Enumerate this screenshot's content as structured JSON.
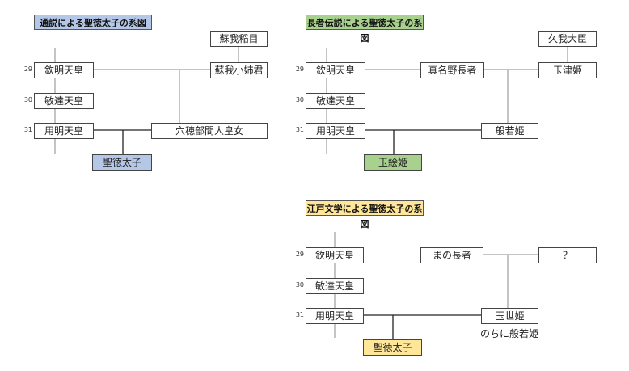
{
  "colors": {
    "title_blue": "#b4c7e7",
    "title_green": "#a9d18e",
    "title_yellow": "#ffe699",
    "box_border": "#444444",
    "line": "#888888",
    "line_dark": "#222222"
  },
  "diagrams": [
    {
      "title": "通説による聖徳太子の系図",
      "nums": [
        "29",
        "30",
        "31"
      ],
      "kinmei": "欽明天皇",
      "bidatsu": "敏達天皇",
      "yomei": "用明天皇",
      "child": "聖徳太子",
      "mother": "穴穂部間人皇女",
      "grandmother": "蘇我小姉君",
      "greatgrandparent": "蘇我稲目"
    },
    {
      "title": "長者伝説による聖徳太子の系図",
      "nums": [
        "29",
        "30",
        "31"
      ],
      "kinmei": "欽明天皇",
      "bidatsu": "敏達天皇",
      "yomei": "用明天皇",
      "child": "玉絵姫",
      "mother": "般若姫",
      "grandfather": "真名野長者",
      "grandmother": "玉津姫",
      "greatgrandparent": "久我大臣"
    },
    {
      "title": "江戸文学による聖徳太子の系図",
      "nums": [
        "29",
        "30",
        "31"
      ],
      "kinmei": "欽明天皇",
      "bidatsu": "敏達天皇",
      "yomei": "用明天皇",
      "child": "聖徳太子",
      "mother": "玉世姫",
      "mother_note": "のちに般若姫",
      "grandfather": "まの長者",
      "grandmother": "？"
    }
  ]
}
